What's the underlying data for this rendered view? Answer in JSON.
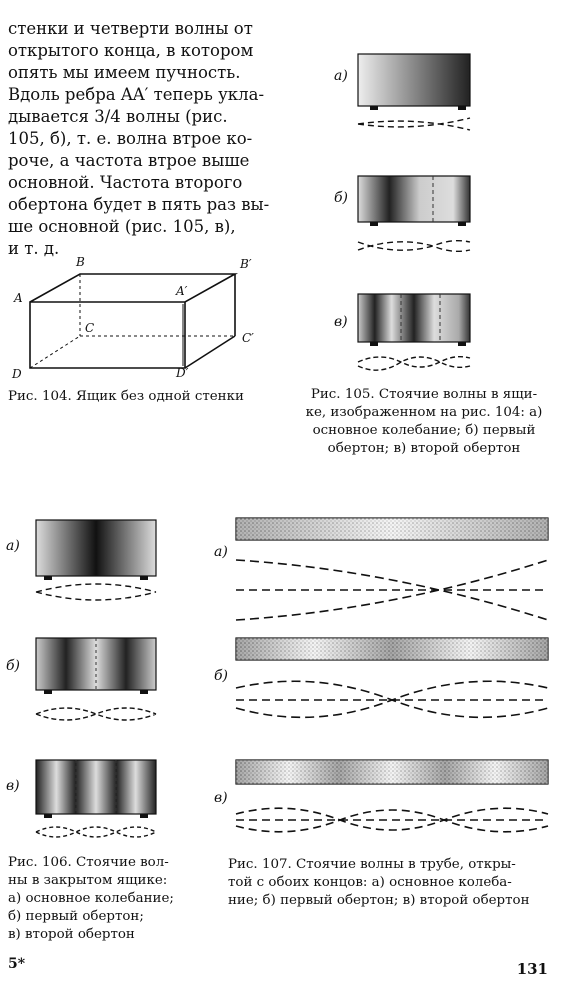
{
  "body_text": [
    "стенки и четверти волны от",
    "открытого конца, в котором",
    "опять мы имеем пучность.",
    "Вдоль ребра AA′ теперь укла-",
    "дывается 3/4 волны (рис.",
    "105, б), т. е. волна втрое ко-",
    "роче, а частота втрое выше",
    "основной. Частота второго",
    "обертона будет в пять раз вы-",
    "ше основной (рис. 105, в),",
    "и т. д."
  ],
  "fig104": {
    "caption": "Рис. 104. Ящик без одной стенки",
    "vertices": {
      "A": "A",
      "B": "B",
      "Ap": "A′",
      "Bp": "B′",
      "C": "C",
      "Cp": "C′",
      "D": "D",
      "Dp": "D′"
    }
  },
  "fig105": {
    "caption_lines": [
      "Рис. 105. Стоячие волны в ящи-",
      "ке, изображенном на рис. 104: а)",
      "основное колебание; б) первый",
      "обертон; в) второй обертон"
    ],
    "labels": [
      "а)",
      "б)",
      "в)"
    ]
  },
  "fig106": {
    "caption_lines": [
      "Рис. 106. Стоячие вол-",
      "ны в закрытом ящике:",
      "а) основное колебание;",
      "б)   первый   обертон;",
      "в) второй обертон"
    ],
    "labels": [
      "а)",
      "б)",
      "в)"
    ]
  },
  "fig107": {
    "caption_lines": [
      "Рис. 107. Стоячие волны в трубе, откры-",
      "той с обоих концов: а) основное колеба-",
      "ние; б) первый обертон; в) второй обертон"
    ],
    "labels": [
      "а)",
      "б)",
      "в)"
    ]
  },
  "footer": {
    "signature": "5*",
    "page_number": "131"
  }
}
